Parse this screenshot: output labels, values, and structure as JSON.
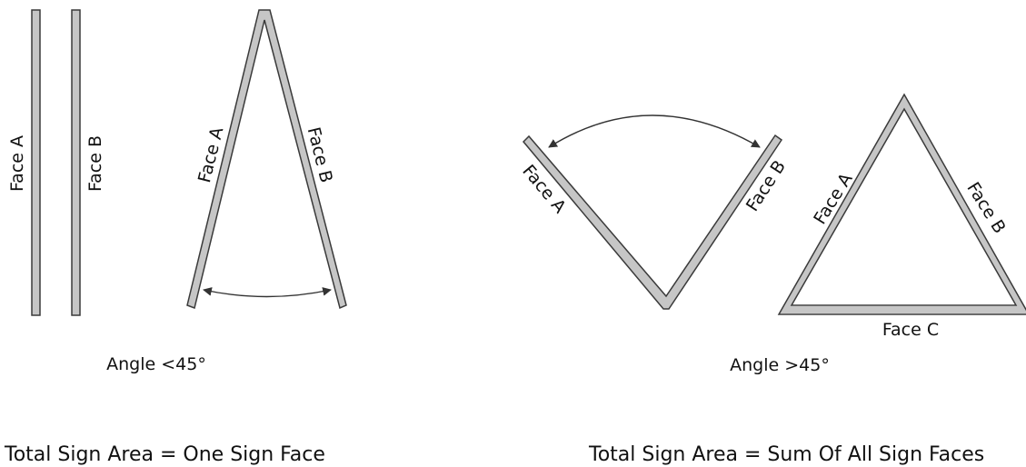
{
  "left_panel": {
    "double_faced": {
      "face_a_label": "Face A",
      "face_b_label": "Face B"
    },
    "v_narrow": {
      "face_a_label": "Face A",
      "face_b_label": "Face B"
    },
    "angle_label": "Angle <45°",
    "total_label": "Total Sign Area = One Sign Face"
  },
  "right_panel": {
    "v_wide": {
      "face_a_label": "Face A",
      "face_b_label": "Face B"
    },
    "triangle": {
      "face_a_label": "Face A",
      "face_b_label": "Face B",
      "face_c_label": "Face C"
    },
    "angle_label": "Angle >45°",
    "total_label": "Total Sign Area = Sum Of All Sign Faces"
  },
  "colors": {
    "sign_face_fill": "#c6c6c6",
    "outline": "#3a3a3a"
  }
}
